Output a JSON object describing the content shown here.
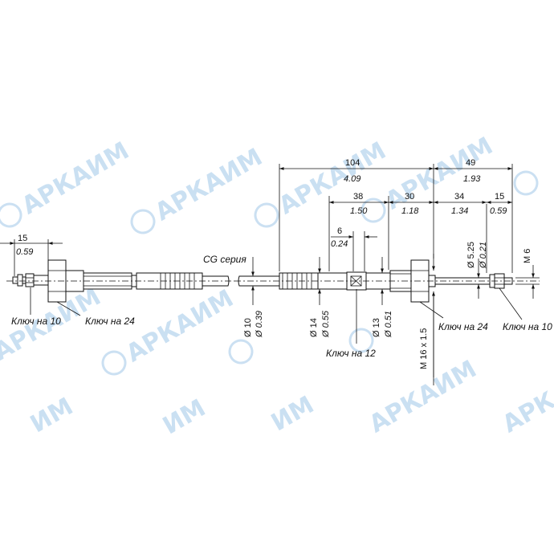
{
  "watermark": {
    "brand": "АРКАИМ",
    "partial": "ИМ",
    "logo_icon": "copyright-circle-icon",
    "color": "#b9d6ee"
  },
  "left_view": {
    "dim_15": "15",
    "dim_15_in": "0.59",
    "label_key10": "Ключ на 10",
    "label_key24": "Ключ на 24"
  },
  "right_view": {
    "series_label": "CG серия",
    "dim_104": "104",
    "dim_104_in": "4.09",
    "dim_49": "49",
    "dim_49_in": "1.93",
    "dim_38": "38",
    "dim_38_in": "1.50",
    "dim_30": "30",
    "dim_30_in": "1.18",
    "dim_34": "34",
    "dim_34_in": "1.34",
    "dim_15": "15",
    "dim_15_in": "0.59",
    "dim_6": "6",
    "dim_6_in": "0.24",
    "dia_10": "Ø 10",
    "dia_10_in": "Ø 0.39",
    "dia_14": "Ø 14",
    "dia_14_in": "Ø 0.55",
    "dia_13": "Ø 13",
    "dia_13_in": "Ø 0.51",
    "dia_525": "Ø 5.25",
    "dia_525_in": "Ø 0.21",
    "thread_m6": "M 6",
    "thread_m16": "M 16 x 1.5",
    "label_key12": "Ключ на 12",
    "label_key24": "Ключ на 24",
    "label_key10": "Ключ на 10"
  }
}
